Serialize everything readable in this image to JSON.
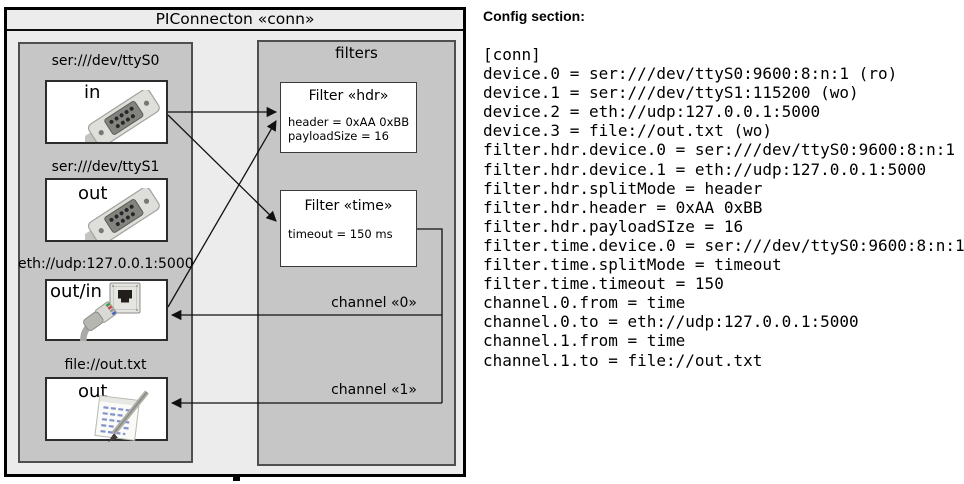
{
  "diagram": {
    "title": "PIConnecton «conn»",
    "devices": [
      {
        "label": "ser:///dev/ttyS0",
        "port": "in",
        "icon": "serial-connector-icon"
      },
      {
        "label": "ser:///dev/ttyS1",
        "port": "out",
        "icon": "serial-connector-icon"
      },
      {
        "label": "eth://udp:127.0.0.1:5000",
        "port": "out/in",
        "icon": "ethernet-connector-icon"
      },
      {
        "label": "file://out.txt",
        "port": "out",
        "icon": "notepad-icon"
      }
    ],
    "filters_panel_label": "filters",
    "filters": [
      {
        "title": "Filter «hdr»",
        "lines": [
          "header = 0xAA 0xBB",
          "payloadSize = 16"
        ]
      },
      {
        "title": "Filter «time»",
        "lines": [
          "timeout = 150 ms"
        ]
      }
    ],
    "channels": [
      {
        "label": "channel «0»"
      },
      {
        "label": "channel «1»"
      }
    ],
    "colors": {
      "canvas": "#ececec",
      "panel": "#c6c6c6",
      "line": "#111111"
    }
  },
  "config": {
    "heading": "Config section:",
    "lines": [
      "[conn]",
      "device.0 = ser:///dev/ttyS0:9600:8:n:1 (ro)",
      "device.1 = ser:///dev/ttyS1:115200 (wo)",
      "device.2 = eth://udp:127.0.0.1:5000",
      "device.3 = file://out.txt (wo)",
      "filter.hdr.device.0 = ser:///dev/ttyS0:9600:8:n:1",
      "filter.hdr.device.1 = eth://udp:127.0.0.1:5000",
      "filter.hdr.splitMode = header",
      "filter.hdr.header = 0xAA 0xBB",
      "filter.hdr.payloadSIze = 16",
      "filter.time.device.0 = ser:///dev/ttyS0:9600:8:n:1",
      "filter.time.splitMode = timeout",
      "filter.time.timeout = 150",
      "channel.0.from = time",
      "channel.0.to = eth://udp:127.0.0.1:5000",
      "channel.1.from = time",
      "channel.1.to = file://out.txt"
    ]
  }
}
